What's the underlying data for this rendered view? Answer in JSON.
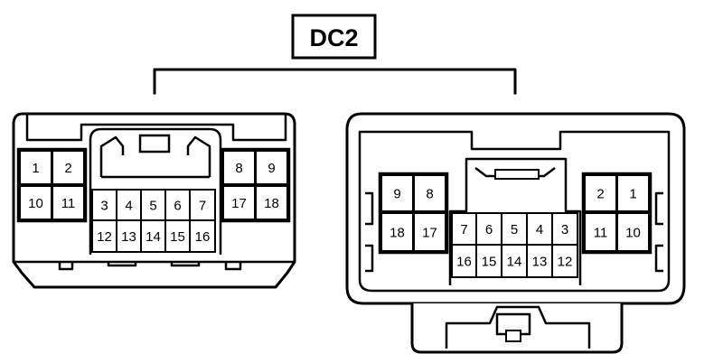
{
  "title": "DC2",
  "connectors": {
    "left": {
      "pins": [
        "1",
        "2",
        "10",
        "11",
        "3",
        "4",
        "5",
        "6",
        "7",
        "12",
        "13",
        "14",
        "15",
        "16",
        "8",
        "9",
        "17",
        "18"
      ]
    },
    "right": {
      "pins": [
        "9",
        "8",
        "18",
        "17",
        "7",
        "6",
        "5",
        "4",
        "3",
        "16",
        "15",
        "14",
        "13",
        "12",
        "2",
        "1",
        "11",
        "10"
      ]
    }
  }
}
